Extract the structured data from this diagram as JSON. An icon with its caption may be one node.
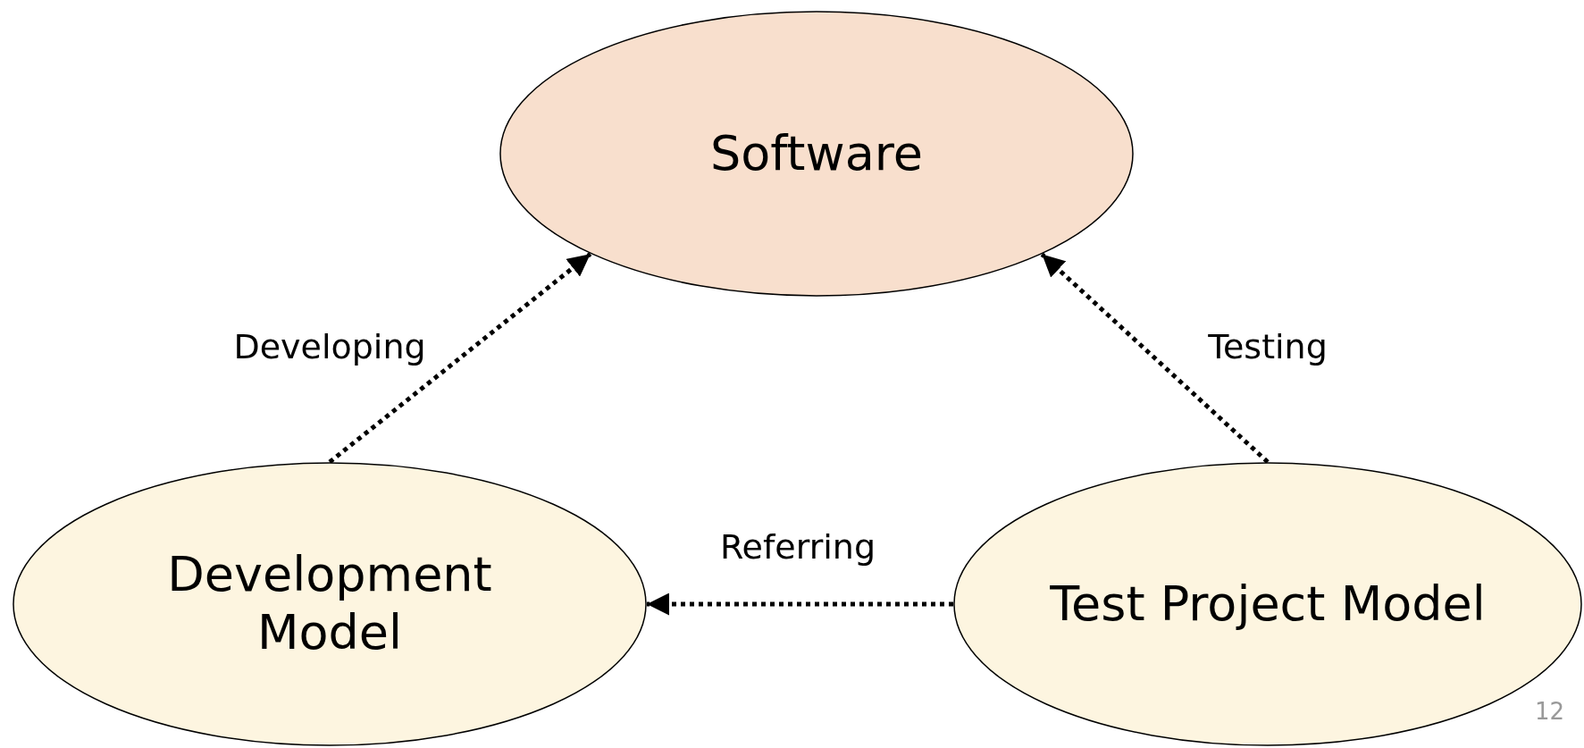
{
  "diagram": {
    "nodes": [
      {
        "text": [
          "Software"
        ]
      },
      {
        "text": [
          "Development Model"
        ]
      },
      {
        "text": [
          "Test Project Model"
        ]
      }
    ],
    "edges": [
      {
        "from": 1,
        "to": 0,
        "arrow": "to",
        "label": "Developing",
        "style": "dashed"
      },
      {
        "from": 2,
        "to": 0,
        "arrow": "to",
        "label": "Testing",
        "style": "dashed"
      },
      {
        "from": 2,
        "to": 1,
        "arrow": "to",
        "label": "Referring",
        "style": "dashed"
      }
    ],
    "labels": [
      "12"
    ]
  }
}
